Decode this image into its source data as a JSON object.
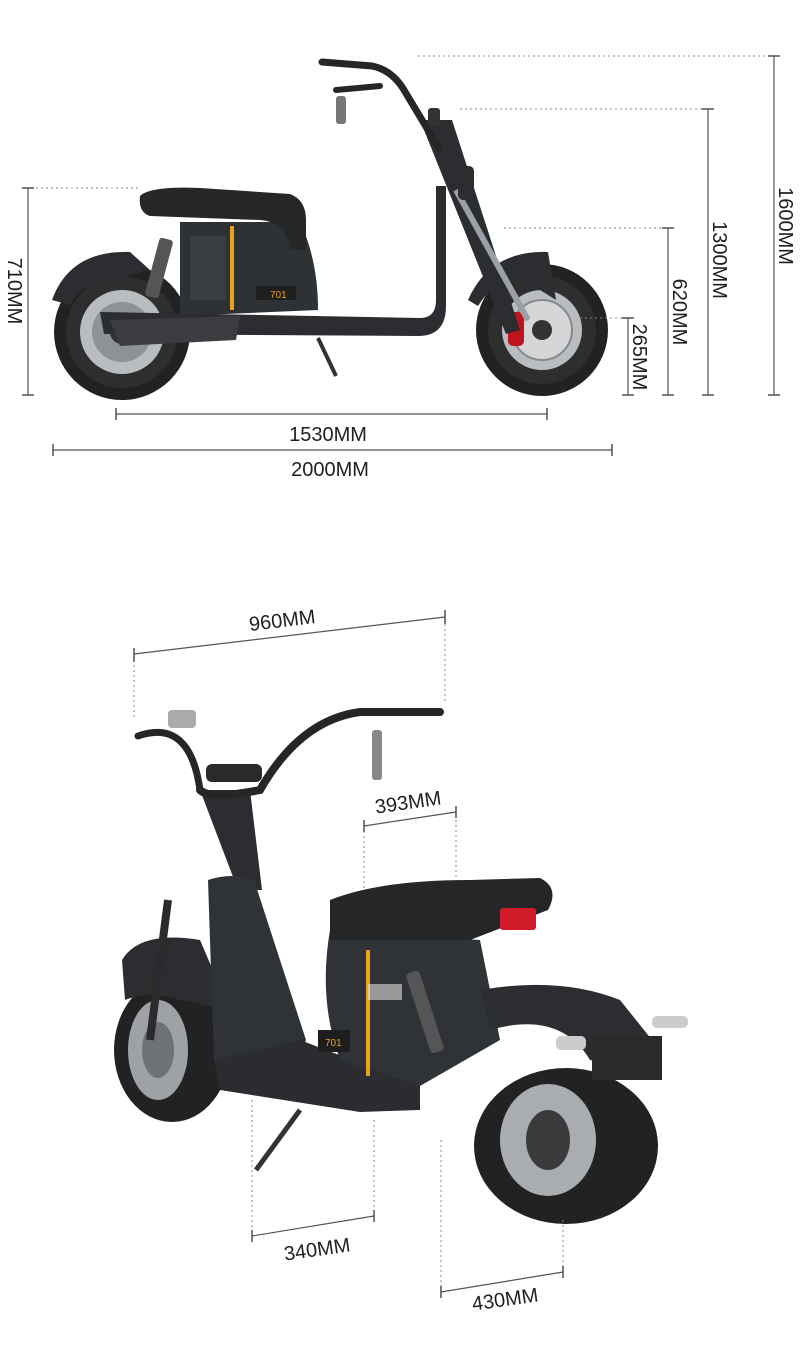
{
  "side_view": {
    "overall_height": "1600MM",
    "handlebar_height": "1300MM",
    "front_fender_height": "620MM",
    "ground_clearance": "265MM",
    "seat_height": "710MM",
    "wheelbase": "1530MM",
    "overall_length": "2000MM"
  },
  "rear_view": {
    "handlebar_width": "960MM",
    "seat_width": "393MM",
    "footboard_width": "340MM",
    "rear_tire_width": "430MM"
  },
  "badge": {
    "model_text": "701"
  },
  "colors": {
    "accent": "#e8a21c",
    "body": "#2b2d30",
    "brake": "#c1121f",
    "taillight": "#d11a2a"
  }
}
